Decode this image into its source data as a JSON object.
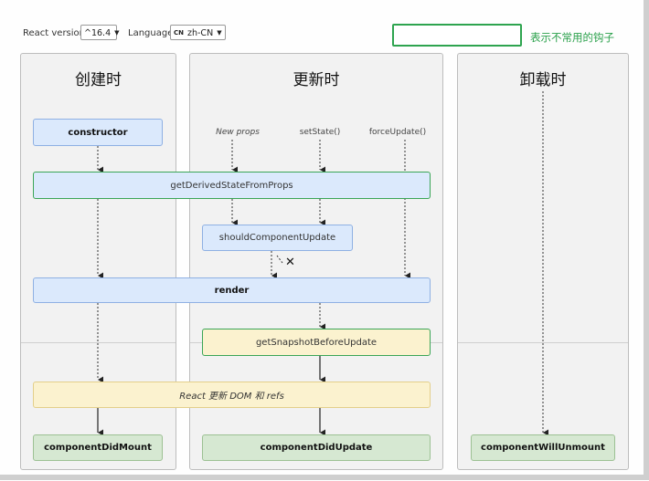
{
  "toolbar": {
    "react_version_label": "React version",
    "react_version_value": "^16.4",
    "language_label": "Language",
    "language_flag": "CN",
    "language_value": "zh-CN"
  },
  "legend": {
    "text": "表示不常用的钩子"
  },
  "columns": {
    "mounting": "创建时",
    "updating": "更新时",
    "unmounting": "卸载时"
  },
  "triggers": {
    "new_props": "New props",
    "set_state": "setState()",
    "force_update": "forceUpdate()"
  },
  "methods": {
    "constructor": "constructor",
    "get_derived_state": "getDerivedStateFromProps",
    "should_update": "shouldComponentUpdate",
    "render": "render",
    "get_snapshot": "getSnapshotBeforeUpdate",
    "react_updates": "React 更新 DOM 和 refs",
    "did_mount": "componentDidMount",
    "did_update": "componentDidUpdate",
    "will_unmount": "componentWillUnmount"
  },
  "cancel_mark": "✕",
  "colors": {
    "uncommon_border": "#2ea44f",
    "lifecycle_blue": "#dbe9fc",
    "commit_yellow": "#fbf2cf",
    "did_green": "#d6e8d2"
  }
}
